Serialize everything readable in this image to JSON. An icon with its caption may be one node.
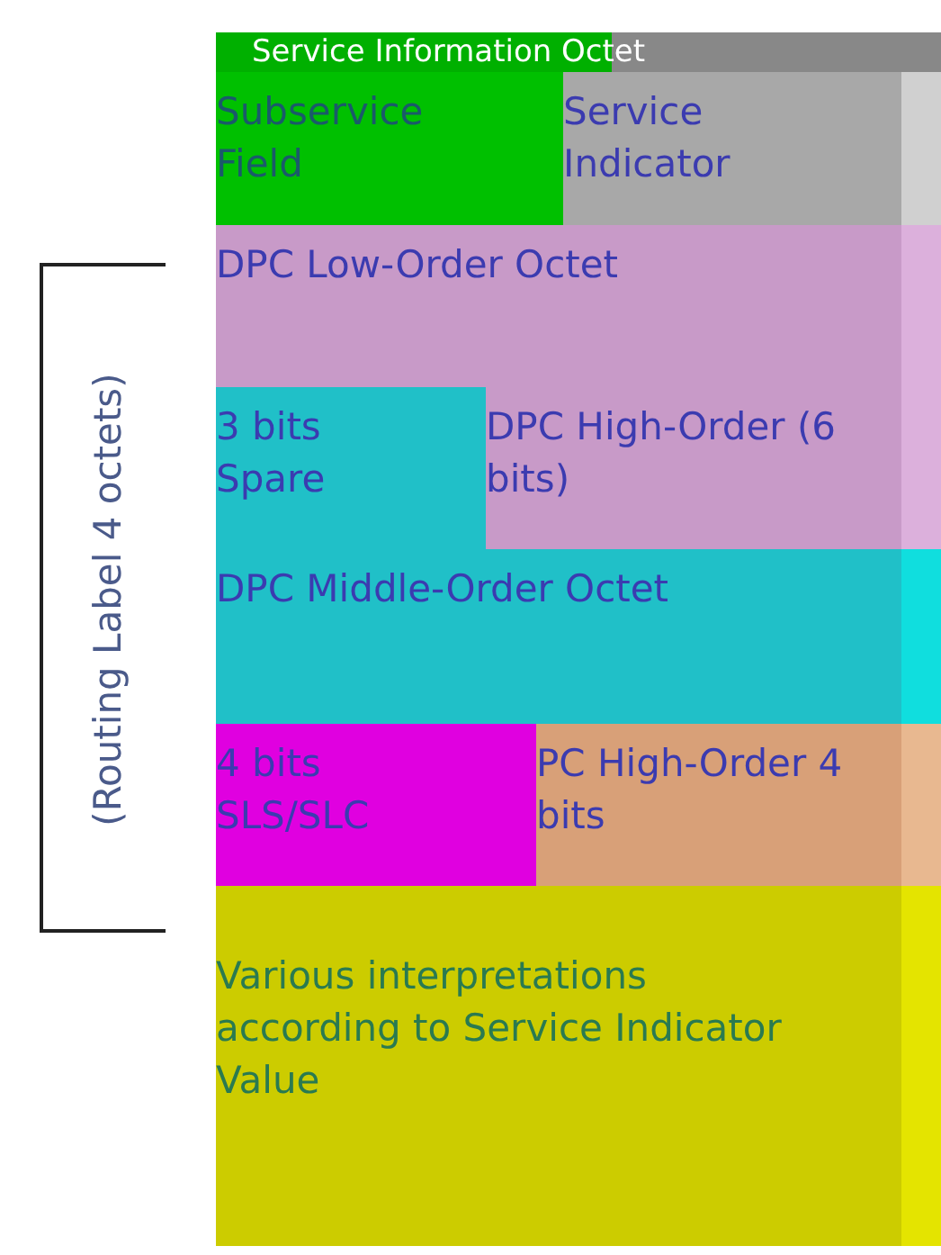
{
  "diagram": {
    "nodes": [
      {
        "text": [
          "Service Information Octet"
        ]
      },
      {
        "text": [
          "Subservice Field"
        ],
        "in": 0
      },
      {
        "text": [
          "Service Indicator"
        ],
        "in": 0
      },
      {
        "text": [
          "DPC Low-Order Octet"
        ]
      },
      {
        "text": [
          "3 bits Spare"
        ]
      },
      {
        "text": [
          "DPC High-Order (6 bits)"
        ]
      },
      {
        "text": [
          "DPC Middle-Order Octet"
        ]
      },
      {
        "text": [
          "4 bits SLS/SLC"
        ]
      },
      {
        "text": [
          "PC High-Order 4 bits"
        ]
      },
      {
        "text": [
          "Various interpretations according to Service Indicator Value"
        ]
      }
    ],
    "edges": [],
    "labels": [
      "(Routing Label 4 octets)"
    ]
  }
}
